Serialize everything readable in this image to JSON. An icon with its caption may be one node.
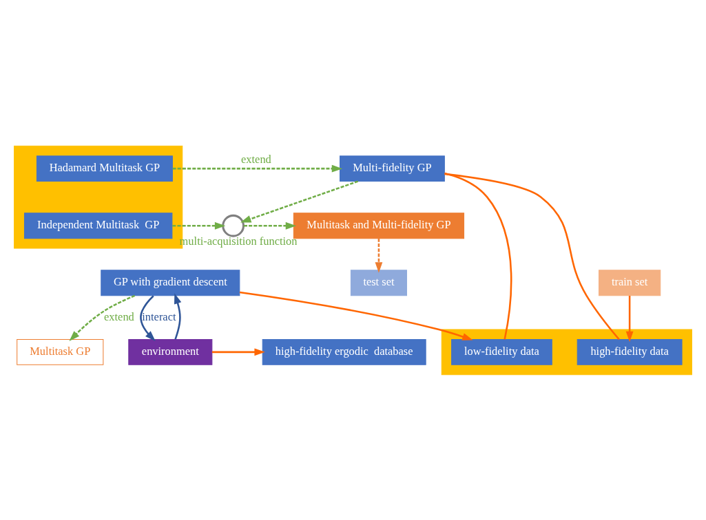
{
  "diagram": {
    "nodes": [
      {
        "text": [],
        "shape": "box"
      },
      {
        "text": [
          "Independent Multitask  GP"
        ],
        "in": 0
      },
      {
        "text": [
          "Hadamard Multitask GP"
        ],
        "in": 0
      },
      {
        "text": [
          "Multitask GP"
        ]
      },
      {
        "text": [],
        "shape": "circle",
        "beside": [
          "multi-acquisition function"
        ]
      },
      {
        "text": [
          "Multitask and Multi-fidelity GP"
        ]
      },
      {
        "text": [
          "Multi-fidelity GP"
        ]
      },
      {
        "text": [],
        "shape": "box"
      },
      {
        "text": [
          "low-fidelity data"
        ],
        "in": 7
      },
      {
        "text": [
          "high-fidelity data"
        ],
        "in": 7
      },
      {
        "text": [
          "GP with gradient descent"
        ]
      },
      {
        "text": [
          "train set"
        ]
      },
      {
        "text": [
          "test set"
        ]
      },
      {
        "text": [
          "high-fidelity ergodic  database"
        ]
      },
      {
        "text": [
          "environment"
        ]
      }
    ],
    "edges": [
      {
        "from": 1,
        "to": 4,
        "arrow": "to",
        "style": "dashed",
        "color": "#70ad47"
      },
      {
        "from": 4,
        "to": 5,
        "arrow": "to",
        "style": "dashed",
        "color": "#70ad47"
      },
      {
        "from": 6,
        "to": 4,
        "arrow": "to",
        "style": "dashed",
        "color": "#70ad47"
      },
      {
        "from": 2,
        "to": 6,
        "arrow": "to",
        "style": "dashed",
        "color": "#70ad47",
        "label": "extend"
      },
      {
        "from": 10,
        "to": 3,
        "arrow": "to",
        "style": "dashed",
        "color": "#70ad47",
        "label": "extend"
      },
      {
        "from": 10,
        "to": 8,
        "arrow": "to",
        "color": "#ff6600"
      },
      {
        "from": 6,
        "to": 8,
        "arrow": "none",
        "color": "#ff6600"
      },
      {
        "from": 6,
        "to": 9,
        "arrow": "none",
        "color": "#ff6600"
      },
      {
        "from": 5,
        "to": 12,
        "arrow": "to",
        "style": "dashed",
        "color": "#ed7d31"
      },
      {
        "from": 11,
        "to": 9,
        "arrow": "to",
        "color": "#ff6600"
      },
      {
        "from": 14,
        "to": 13,
        "arrow": "to",
        "color": "#ff6600"
      },
      {
        "from": 10,
        "to": 14,
        "arrow": "to",
        "color": "#2f5597",
        "label": "interact"
      },
      {
        "from": 14,
        "to": 10,
        "arrow": "to",
        "color": "#2f5597"
      }
    ]
  }
}
